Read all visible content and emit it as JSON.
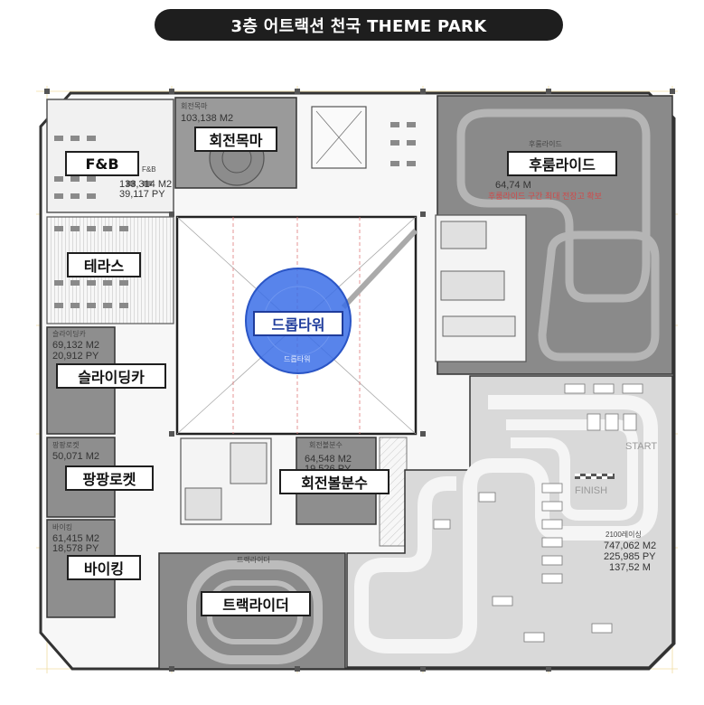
{
  "header": {
    "title": "3층 어트랙션 천국 THEME PARK"
  },
  "zones": {
    "fnb": {
      "label": "F&B",
      "sub": "F&B",
      "area_m2": "133,314 M2",
      "area_py": "39,117 PY"
    },
    "carousel": {
      "label": "회전목마",
      "sub": "회전목마",
      "area_m2": "103,138 M2"
    },
    "dark_ride": {
      "label": "후룸라이드",
      "sub": "후룸라이드",
      "length": "64,74 M",
      "note": "후룸라이드 구간 최대 전장고 확보"
    },
    "terrace": {
      "label": "테라스"
    },
    "drop_tower": {
      "label": "드롭타워",
      "sub": "드롭타워"
    },
    "slide_car": {
      "label": "슬라이딩카",
      "sub": "슬라이딩카",
      "area_m2": "69,132 M2",
      "area_py": "20,912 PY"
    },
    "pang_rocket": {
      "label": "팡팡로켓",
      "sub": "팡팡로켓",
      "area_m2": "50,071 M2"
    },
    "fountain": {
      "label": "회전볼분수",
      "sub": "회전볼분수",
      "area_m2": "64,548 M2",
      "area_py": "19,526 PY"
    },
    "viking": {
      "label": "바이킹",
      "sub": "바이킹",
      "area_m2": "61,415 M2",
      "area_py": "18,578 PY"
    },
    "track_rider": {
      "label": "트랙라이더",
      "sub": "트랙라이더"
    },
    "racing": {
      "sub": "2100레이싱",
      "area_m2": "747,062 M2",
      "area_py": "225,985 PY",
      "length": "137,52 M",
      "start": "START",
      "finish": "FINISH"
    }
  },
  "colors": {
    "dark_zone": "#7a7a7a",
    "mid_zone": "#9a9a9a",
    "light_zone": "#d9d9d9",
    "drop_tower": "#3b6ee8",
    "header_bg": "#1e1e1e"
  }
}
